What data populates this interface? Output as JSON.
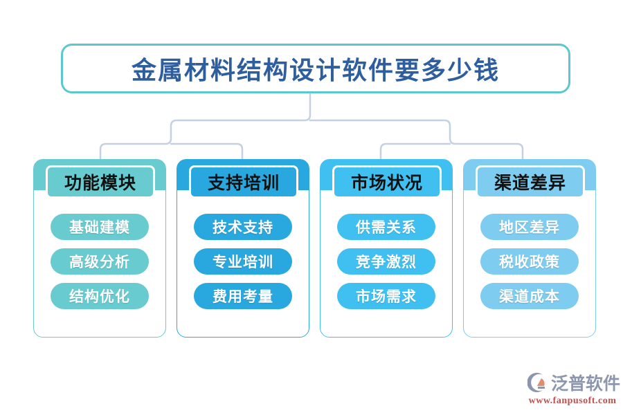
{
  "title": {
    "text": "金属材料结构设计软件要多少钱",
    "border_color": "#5BC8D0",
    "text_color": "#2E5E9E"
  },
  "connector_color": "#C5D0E0",
  "columns": [
    {
      "header": "功能模块",
      "color": "#68CBD0",
      "items": [
        "基础建模",
        "高级分析",
        "结构优化"
      ]
    },
    {
      "header": "支持培训",
      "color": "#29A8DF",
      "items": [
        "技术支持",
        "专业培训",
        "费用考量"
      ]
    },
    {
      "header": "市场状况",
      "color": "#40C0F0",
      "items": [
        "供需关系",
        "竞争激烈",
        "市场需求"
      ]
    },
    {
      "header": "渠道差异",
      "color": "#7ECCF0",
      "items": [
        "地区差异",
        "税收政策",
        "渠道成本"
      ]
    }
  ],
  "logo": {
    "brand": "泛普软件",
    "url": "www.fanpusoft.com",
    "mark_color": "#8C96AD",
    "mark_accent": "#E08D6E",
    "brand_color": "#8C96AD",
    "url_color": "#C0504D"
  }
}
